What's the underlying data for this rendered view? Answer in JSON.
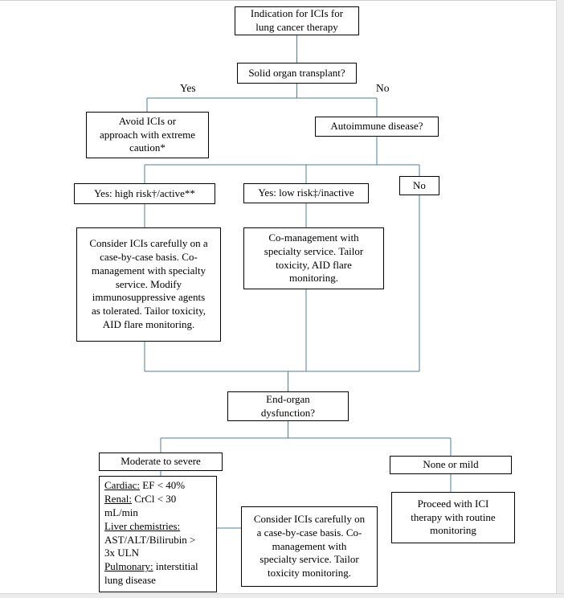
{
  "flowchart": {
    "colors": {
      "connector": "#4e7f95",
      "box_border": "#000000"
    },
    "labels": {
      "yes": "Yes",
      "no": "No"
    },
    "nodes": {
      "indication": "Indication for ICIs for\nlung cancer therapy",
      "transplant": "Solid organ transplant?",
      "avoid": "Avoid ICIs or\napproach with extreme\ncaution*",
      "autoimmune": "Autoimmune disease?",
      "high_risk": "Yes: high risk†/active**",
      "low_risk": "Yes: low risk‡/inactive",
      "no_aid": "No",
      "consider_high": "Consider ICIs carefully on a\ncase-by-case basis. Co-\nmanagement with specialty\nservice. Modify\nimmunosuppressive agents\nas tolerated. Tailor toxicity,\nAID flare monitoring.",
      "comanage_low": "Co-management with\nspecialty service. Tailor\ntoxicity, AID flare\nmonitoring.",
      "end_organ": "End-organ\ndysfunction?",
      "moderate_severe": "Moderate to severe",
      "none_mild": "None or mild",
      "consider_mid": "Consider ICIs carefully on\na case-by-case basis. Co-\nmanagement with\nspecialty service. Tailor\ntoxicity monitoring.",
      "proceed": "Proceed with ICI\ntherapy with routine\nmonitoring"
    },
    "criteria": {
      "cardiac": {
        "term": "Cardiac:",
        "rest": " EF < 40%"
      },
      "renal": {
        "term": "Renal:",
        "rest": " CrCl < 30\nmL/min"
      },
      "liver": {
        "term": "Liver chemistries:",
        "rest": "\nAST/ALT/Bilirubin >\n3x ULN"
      },
      "pulmonary": {
        "term": "Pulmonary:",
        "rest": " interstitial\nlung disease"
      }
    }
  }
}
